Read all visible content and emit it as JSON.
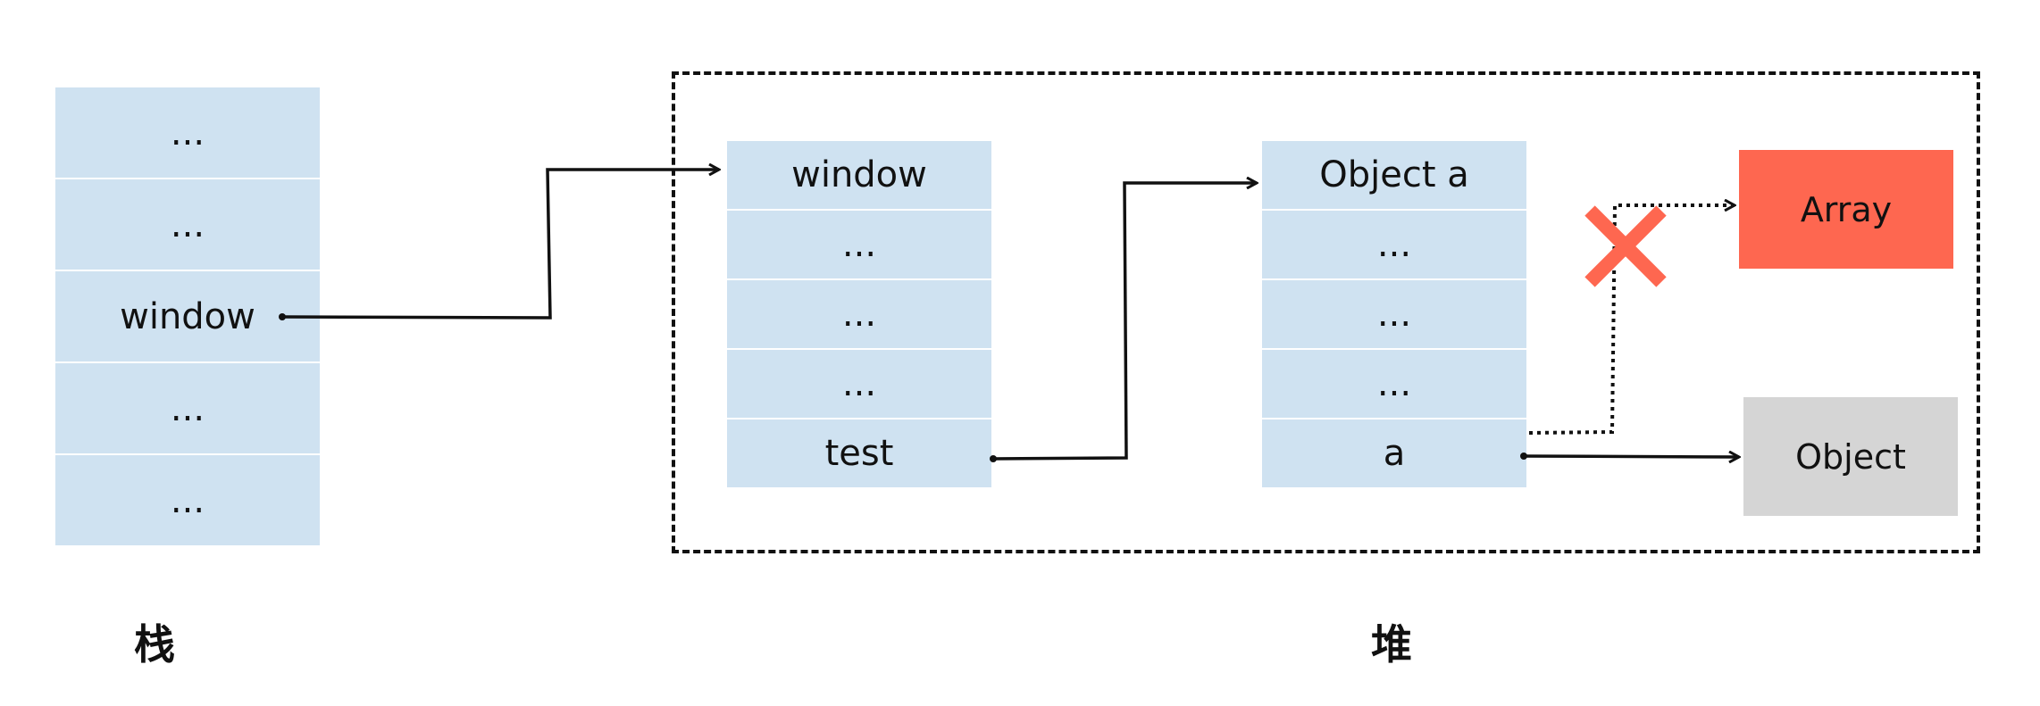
{
  "stack": {
    "cells": [
      "...",
      "...",
      "window",
      "...",
      "..."
    ],
    "caption": "栈"
  },
  "heap": {
    "caption": "堆",
    "window_object": {
      "cells": [
        "window",
        "...",
        "...",
        "...",
        "test"
      ]
    },
    "object_a": {
      "cells": [
        "Object a",
        "...",
        "...",
        "...",
        "a"
      ]
    },
    "array_label": "Array",
    "object_label": "Object"
  },
  "colors": {
    "cell_fill": "#cfe2f1",
    "array_fill": "#fe6750",
    "object_fill": "#d5d5d5",
    "cross": "#fe6750"
  }
}
